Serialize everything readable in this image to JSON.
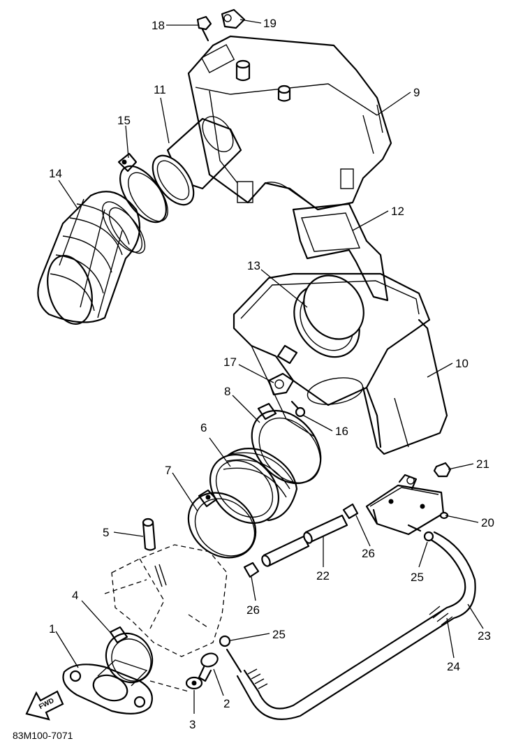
{
  "diagram": {
    "callouts": [
      {
        "id": "c1",
        "label": "1"
      },
      {
        "id": "c2",
        "label": "2"
      },
      {
        "id": "c3",
        "label": "3"
      },
      {
        "id": "c4",
        "label": "4"
      },
      {
        "id": "c5",
        "label": "5"
      },
      {
        "id": "c6",
        "label": "6"
      },
      {
        "id": "c7",
        "label": "7"
      },
      {
        "id": "c8",
        "label": "8"
      },
      {
        "id": "c9",
        "label": "9"
      },
      {
        "id": "c10",
        "label": "10"
      },
      {
        "id": "c11",
        "label": "11"
      },
      {
        "id": "c12",
        "label": "12"
      },
      {
        "id": "c13",
        "label": "13"
      },
      {
        "id": "c14",
        "label": "14"
      },
      {
        "id": "c15",
        "label": "15"
      },
      {
        "id": "c16",
        "label": "16"
      },
      {
        "id": "c17",
        "label": "17"
      },
      {
        "id": "c18",
        "label": "18"
      },
      {
        "id": "c19",
        "label": "19"
      },
      {
        "id": "c20",
        "label": "20"
      },
      {
        "id": "c21",
        "label": "21"
      },
      {
        "id": "c22",
        "label": "22"
      },
      {
        "id": "c23",
        "label": "23"
      },
      {
        "id": "c24",
        "label": "24"
      },
      {
        "id": "c25a",
        "label": "25"
      },
      {
        "id": "c25b",
        "label": "25"
      },
      {
        "id": "c26a",
        "label": "26"
      },
      {
        "id": "c26b",
        "label": "26"
      }
    ],
    "fwd_label": "FWD",
    "drawing_code": "83M100-7071"
  }
}
